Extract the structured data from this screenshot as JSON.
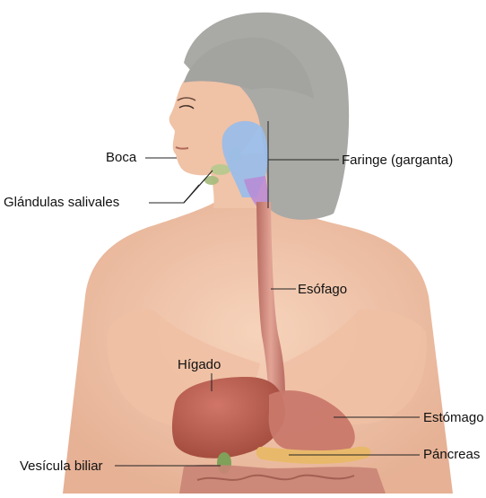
{
  "labels": {
    "boca": "Boca",
    "glandulas": "Glándulas salivales",
    "faringe": "Faringe (garganta)",
    "esofago": "Esófago",
    "higado": "Hígado",
    "estomago": "Estómago",
    "pancreas": "Páncreas",
    "vesicula": "Vesícula biliar"
  },
  "colors": {
    "hair": "#a9a9a6",
    "skin": "#f2c9ae",
    "skin_shadow": "#e2a98a",
    "pharynx": "#9bbde8",
    "esophagus": "#d08a7c",
    "liver": "#b8584a",
    "stomach": "#c9786a",
    "pancreas": "#e9b96b",
    "gallbladder": "#7fa15a",
    "salivary": "#b7c98e",
    "leader_line": "#222222"
  }
}
